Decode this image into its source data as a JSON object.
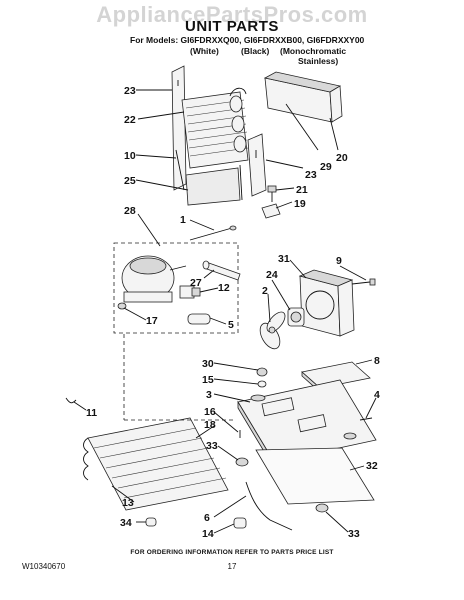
{
  "watermark": "AppliancePartsPros.com",
  "header": {
    "title": "UNIT PARTS",
    "models_line": "For Models: GI6FDRXXQ00, GI6FDRXXB00, GI6FDRXXY00",
    "variants": [
      "(White)",
      "(Black)",
      "(Monochromatic",
      "Stainless)"
    ]
  },
  "callouts": [
    "23",
    "22",
    "10",
    "25",
    "28",
    "1",
    "27",
    "12",
    "17",
    "5",
    "23",
    "29",
    "20",
    "21",
    "19",
    "31",
    "9",
    "24",
    "2",
    "30",
    "15",
    "3",
    "8",
    "4",
    "11",
    "16",
    "18",
    "33",
    "32",
    "13",
    "34",
    "6",
    "14",
    "33"
  ],
  "footer": {
    "ordering_note": "FOR ORDERING INFORMATION REFER TO PARTS PRICE LIST",
    "doc_number": "W10340670",
    "page_number": "17"
  }
}
